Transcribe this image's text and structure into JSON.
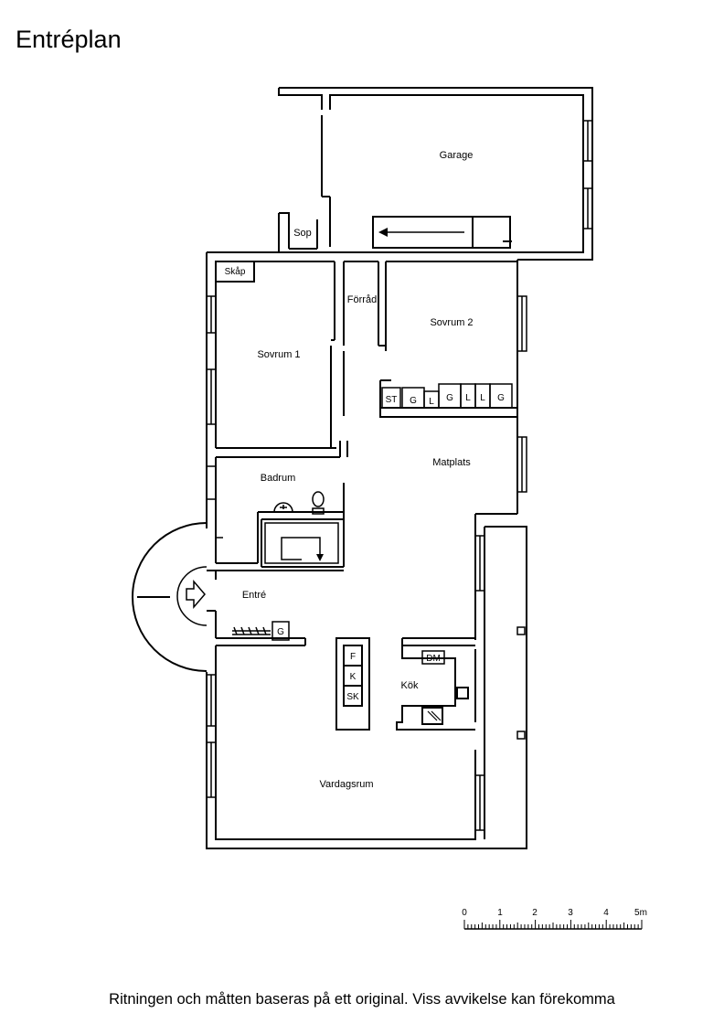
{
  "title": "Entréplan",
  "rooms": {
    "garage": "Garage",
    "sop": "Sop",
    "skap": "Skåp",
    "forrad": "Förråd",
    "sovrum2": "Sovrum 2",
    "sovrum1": "Sovrum 1",
    "matplats": "Matplats",
    "badrum": "Badrum",
    "entre": "Entré",
    "kok": "Kök",
    "vardagsrum": "Vardagsrum"
  },
  "fixtures": {
    "st": "ST",
    "g1": "G",
    "l1": "L",
    "g2": "G",
    "l2": "L",
    "l3": "L",
    "g3": "G",
    "entre_g": "G",
    "f": "F",
    "k": "K",
    "sk": "SK",
    "dm": "DM"
  },
  "scale": {
    "labels": [
      "0",
      "1",
      "2",
      "3",
      "4",
      "5m"
    ]
  },
  "footer": "Ritningen och måtten baseras på ett original. Viss avvikelse kan förekomma"
}
